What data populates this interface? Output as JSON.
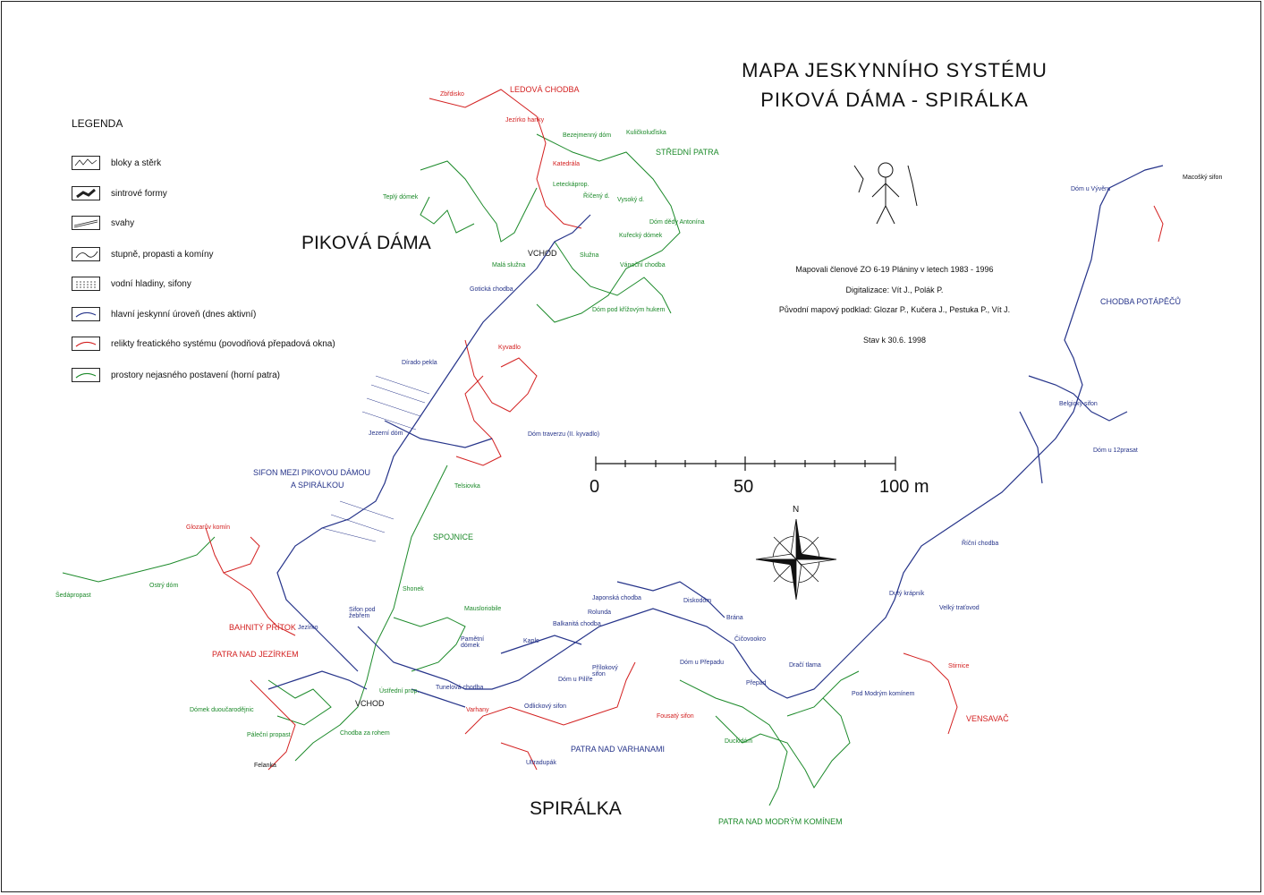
{
  "title": {
    "line1": "MAPA  JESKYNNÍHO  SYSTÉMU",
    "line2": "PIKOVÁ  DÁMA - SPIRÁLKA"
  },
  "legend": {
    "heading": "LEGENDA",
    "items": [
      {
        "label": "bloky a stěrk",
        "icon": "blocks-gravel-icon"
      },
      {
        "label": "sintrové formy",
        "icon": "sinter-forms-icon"
      },
      {
        "label": "svahy",
        "icon": "slopes-icon"
      },
      {
        "label": "stupně, propasti a komíny",
        "icon": "steps-abysses-icon"
      },
      {
        "label": "vodní hladiny, sifony",
        "icon": "water-sumps-icon"
      },
      {
        "label": "hlavní jeskynní úroveň (dnes aktivní)",
        "icon": "main-level-icon",
        "color": "#26348a"
      },
      {
        "label": "relikty freatického systému (povodňová přepadová okna)",
        "icon": "phreatic-relics-icon",
        "color": "#d32020"
      },
      {
        "label": "prostory nejasného postavení (horní patra)",
        "icon": "upper-levels-icon",
        "color": "#1c8a2a"
      }
    ]
  },
  "info": {
    "mapped_by": "Mapovali členové ZO 6-19 Plániny v letech 1983 - 1996",
    "digitized": "Digitalizace: Vít J., Polák P.",
    "source": "Původní mapový podklad: Glozar P., Kučera J., Pestuka P., Vít J.",
    "state": "Stav k 30.6. 1998"
  },
  "scale": {
    "labels": [
      "0",
      "50",
      "100 m"
    ],
    "values": [
      0,
      50,
      100
    ]
  },
  "compass": {
    "north_label": "N"
  },
  "regions": {
    "pikova_dama": "PIKOVÁ DÁMA",
    "spiralka": "SPIRÁLKA",
    "ledova_chodba": "LEDOVÁ CHODBA",
    "stredni_patra": "STŘEDNÍ PATRA",
    "chodba_potapecu": "CHODBA POTÁPĚČŮ",
    "sifon": "SIFON MEZI PIKOVOU DÁMOU",
    "sifon2": "A SPIRÁLKOU",
    "spojnice": "SPOJNICE",
    "bahnity_pritok": "BAHNITÝ PŘÍTOK",
    "patra_nad_jezirkem": "PATRA NAD JEZÍRKEM",
    "patra_nad_varhanami": "PATRA NAD VARHANAMI",
    "patra_nad_modrym": "PATRA NAD MODRÝM KOMÍNEM",
    "vensavac": "VENSAVAČ"
  },
  "places": {
    "zbrdisko": "Zbřdisko",
    "jezirko_hanky": "Jezírko hanky",
    "katedrala": "Katedrála",
    "bezejmenny": "Bezejmenný dóm",
    "kulickova": "Kuličkoluďiska",
    "leteckaprop": "Leteckáprop.",
    "riceny": "Říčený d.",
    "teply": "Teplý dómek",
    "vysoky": "Vysoký d.",
    "dedy": "Dóm dědy Antonína",
    "kureckydomek": "Kuřecký dómek",
    "vanocni": "Vánoční chodba",
    "vchod1": "VCHOD",
    "mala_sluzna": "Malá služna",
    "sluzna": "Služna",
    "goticka": "Gotická chodba",
    "domkrizovy": "Dóm pod křížovým hukem",
    "kyvadlo": "Kyvadlo",
    "drado": "Dírado pekla",
    "jezerni": "Jezerní dóm",
    "dom_traverzu": "Dóm traverzu (II. kyvadlo)",
    "telsiovka": "Telsiovka",
    "glozaruv": "Glozarův komín",
    "sedapropast": "Šedápropast",
    "ostry": "Ostrý dóm",
    "sifonpod": "Sifon pod žebřem",
    "jezirko": "Jezírko",
    "shonek": "Shonek",
    "mausoleum": "Mausloriobile",
    "domekduo": "Dómek duoučarodějnic",
    "palecni": "Páleční propast",
    "felanka": "Felanka",
    "vchod2": "VCHOD",
    "ustredni": "Ústřední prop.",
    "chodbazarohem": "Chodba za rohem",
    "pametni": "Pamětní dómek",
    "balkan": "Balkanitá chodba",
    "kaple": "Kaple",
    "rolunda": "Rolunda",
    "japonska": "Japonská chodba",
    "disko": "Diskodóm",
    "brana": "Brána",
    "cicovo": "Čičovookro",
    "prilokovy": "Přílokový sifon",
    "domupilire": "Dóm u Pilíře",
    "tunelova": "Tunelová chodba",
    "varhany": "Varhany",
    "odlicky": "Odlickový sifon",
    "ultradupak": "Ultradupák",
    "domuprepadu": "Dóm u Přepadu",
    "prepad": "Přepad",
    "fousaty": "Fousatý sifon",
    "duckidom": "Duckidóm",
    "draci": "Dračí tlama",
    "podmodrym": "Pod Modrým komínem",
    "stirnice": "Stirnice",
    "duty": "Dutý krápník",
    "velky": "Velký traťovod",
    "ricni": "Říční chodba",
    "domu12": "Dóm u 12prasat",
    "belgicky": "Belgický sifon",
    "domuvyveru": "Dóm u Vývěru",
    "macocsky": "Macošký sifon"
  }
}
